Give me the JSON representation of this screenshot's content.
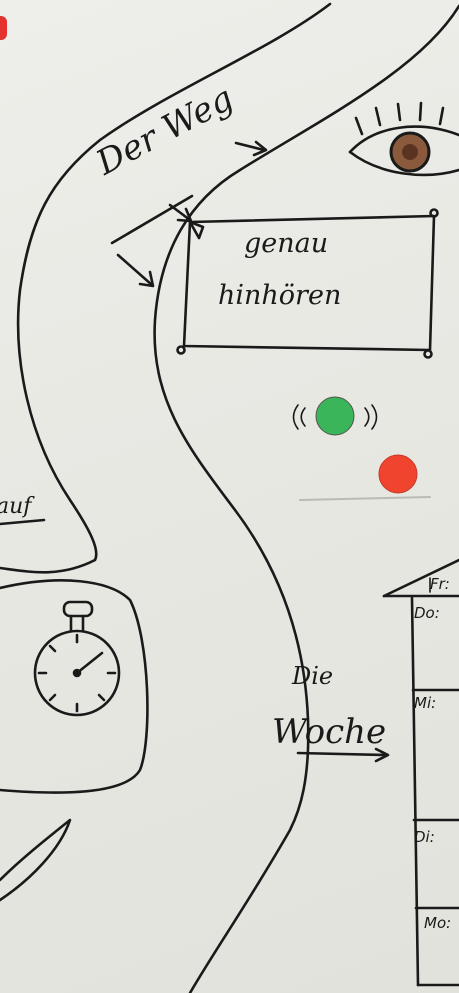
{
  "labels": {
    "path_title": "Der Weg",
    "box_line1": "genau",
    "box_line2": "hinhören",
    "left_word": "auf",
    "week_line1": "Die",
    "week_line2": "Woche"
  },
  "calendar_days": {
    "fr": "Fr:",
    "do": "Do:",
    "mi": "Mi:",
    "di": "Di:",
    "mo": "Mo:"
  },
  "colors": {
    "paper": "#e9e9e4",
    "ink": "#1a1a1a",
    "green_light": "#3bb55a",
    "red_light": "#f0442f",
    "iris": "#8b5a3c"
  },
  "icons": [
    "eye-icon",
    "green-light-icon",
    "red-light-icon",
    "stopwatch-icon",
    "arrow-icon"
  ]
}
